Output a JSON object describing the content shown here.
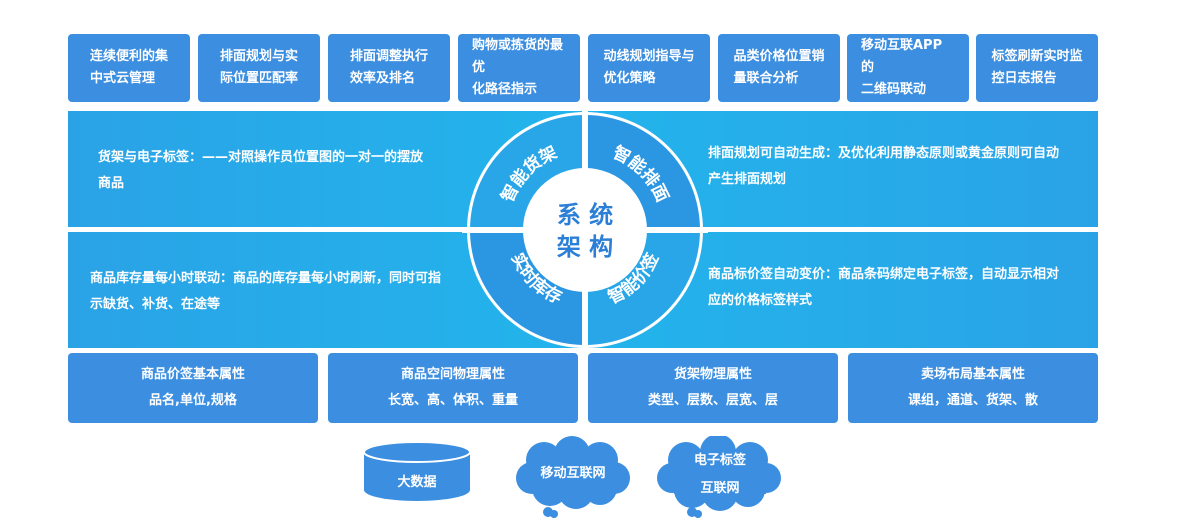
{
  "top_boxes": [
    {
      "lines": [
        "连续便利的集",
        "中式云管理"
      ]
    },
    {
      "lines": [
        "排面规划与实",
        "际位置匹配率"
      ]
    },
    {
      "lines": [
        "排面调整执行",
        "效率及排名"
      ]
    },
    {
      "lines": [
        "购物或拣货的最优",
        "化路径指示"
      ]
    },
    {
      "lines": [
        "动线规划指导与",
        "优化策略"
      ]
    },
    {
      "lines": [
        "品类价格位置销",
        "量联合分析"
      ]
    },
    {
      "lines": [
        "移动互联APP的",
        "二维码联动"
      ]
    },
    {
      "lines": [
        "标签刷新实时监",
        "控日志报告"
      ]
    }
  ],
  "center": {
    "line1": "系 统",
    "line2": "架 构",
    "quadrants": {
      "top_left": "智能货架",
      "top_right": "智能排面",
      "bottom_left": "实时库存",
      "bottom_right": "智能价签"
    }
  },
  "band_texts": {
    "upper_left": [
      "货架与电子标签：——对照操作员位置图的一对一的摆放",
      "商品"
    ],
    "upper_right": [
      "排面规划可自动生成：及优化利用静态原则或黄金原则可自动",
      "产生排面规划"
    ],
    "lower_left": [
      "商品库存量每小时联动：商品的库存量每小时刷新，同时可指",
      "示缺货、补货、在途等"
    ],
    "lower_right": [
      "商品标价签自动变价：商品条码绑定电子标签，自动显示相对",
      "应的价格标签样式"
    ]
  },
  "bottom_boxes": [
    {
      "title": "商品价签基本属性",
      "detail": "品名,单位,规格"
    },
    {
      "title": "商品空间物理属性",
      "detail": "长宽、高、体积、重量"
    },
    {
      "title": "货架物理属性",
      "detail": "类型、层数、层宽、层"
    },
    {
      "title": "卖场布局基本属性",
      "detail": "课组，通道、货架、散"
    }
  ],
  "infra": {
    "database": "大数据",
    "cloud1": "移动互联网",
    "cloud2_line1": "电子标签",
    "cloud2_line2": "互联网"
  },
  "colors": {
    "box_blue": "#3b8ee0",
    "band_cyan": "#23b4ec",
    "center_text": "#2b7fd6"
  }
}
